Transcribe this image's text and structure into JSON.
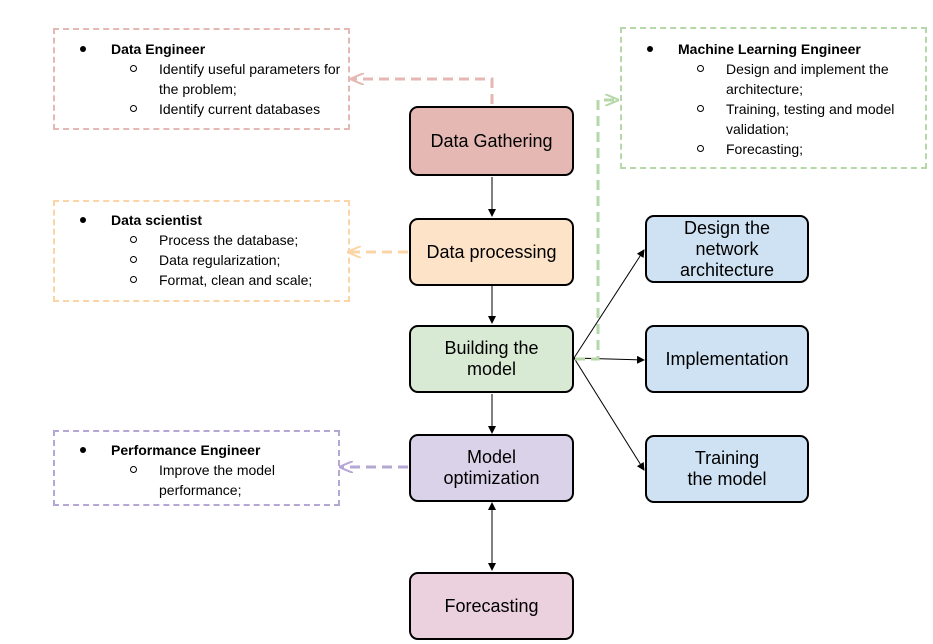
{
  "nodes": {
    "data_gathering": {
      "label": "Data Gathering",
      "fill": "#e6b8b3"
    },
    "data_processing": {
      "label": "Data processing",
      "fill": "#fde4c8"
    },
    "building_model": {
      "label": "Building the model",
      "fill": "#d9ead4"
    },
    "model_optimization": {
      "label": "Model optimization",
      "fill": "#d9d2e8"
    },
    "forecasting": {
      "label": "Forecasting",
      "fill": "#ead1dd"
    },
    "design_architecture": {
      "label": "Design the network architecture",
      "fill": "#cfe2f3"
    },
    "implementation": {
      "label": "Implementation",
      "fill": "#cfe2f3"
    },
    "training": {
      "label": "Training the model",
      "fill": "#cfe2f3"
    }
  },
  "notes": {
    "data_engineer": {
      "role": "Data Engineer",
      "items": [
        "Identify useful parameters for the problem;",
        "Identify current databases"
      ],
      "color": "#e6b8b3"
    },
    "data_scientist": {
      "role": "Data scientist",
      "items": [
        "Process the database;",
        "Data regularization;",
        "Format, clean and scale;"
      ],
      "color": "#fbd5a8"
    },
    "performance_engineer": {
      "role": "Performance Engineer",
      "items": [
        "Improve the model performance;"
      ],
      "color": "#b4a7d6"
    },
    "ml_engineer": {
      "role": "Machine Learning Engineer",
      "items": [
        "Design and implement the architecture;",
        "Training, testing and model validation;",
        "Forecasting;"
      ],
      "color": "#b6d7a8"
    }
  }
}
